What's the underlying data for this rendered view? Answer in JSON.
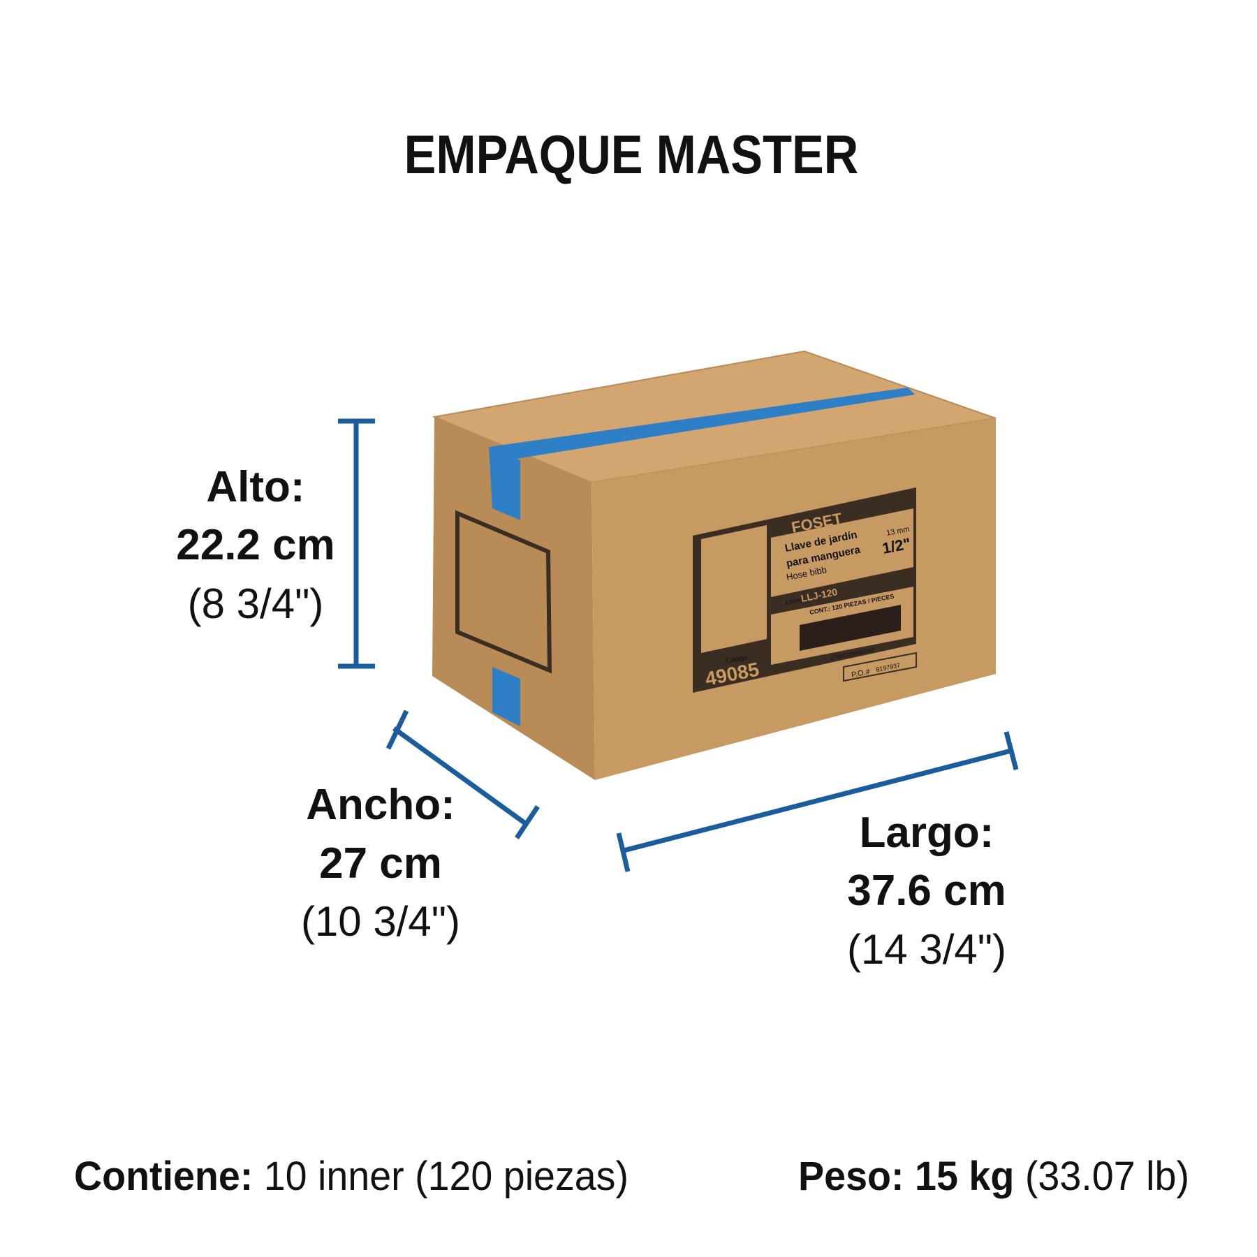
{
  "title": "EMPAQUE MASTER",
  "accent_color": "#1a5c9c",
  "dimensions": {
    "alto": {
      "label": "Alto:",
      "metric": "22.2 cm",
      "imperial": "(8 3/4\")"
    },
    "ancho": {
      "label": "Ancho:",
      "metric": "27 cm",
      "imperial": "(10 3/4\")"
    },
    "largo": {
      "label": "Largo:",
      "metric": "37.6 cm",
      "imperial": "(14 3/4\")"
    }
  },
  "footer": {
    "contiene_label": "Contiene:",
    "contiene_value": " 10 inner (120 piezas)",
    "peso_label": "Peso: 15 kg",
    "peso_value": " (33.07 lb)"
  },
  "box_label": {
    "brand": "FOSET",
    "product_es_1": "Llave de jardín",
    "product_es_2": "para manguera",
    "product_en": "Hose bibb",
    "size_mm": "13 mm",
    "size_in": "1/2\"",
    "clave_label": "Clave:",
    "clave": "LLJ-120",
    "contents": "CONT.: 120 PIEZAS / PIECES",
    "barcode_number": "27501206695764",
    "codigo_label": "Código",
    "codigo": "49085",
    "po_label": "P.O.#",
    "po": "8197937"
  }
}
